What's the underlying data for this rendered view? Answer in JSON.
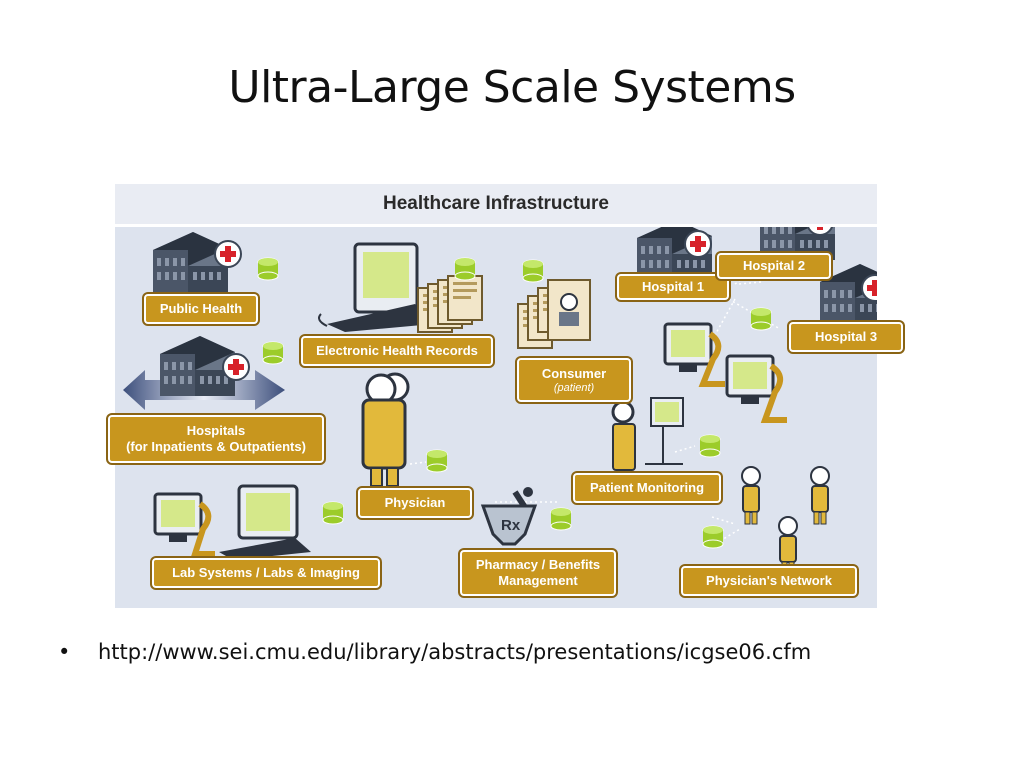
{
  "slide": {
    "title": "Ultra-Large Scale Systems",
    "bullets": [
      {
        "marker": "•",
        "text": "http://www.sei.cmu.edu/library/abstracts/presentations/icgse06.cfm"
      }
    ]
  },
  "diagram": {
    "title": "Healthcare Infrastructure",
    "nodes": {
      "public_health": "Public Health",
      "ehr": "Electronic Health Records",
      "consumer": "Consumer",
      "consumer_sub": "(patient)",
      "hospital_1": "Hospital 1",
      "hospital_2": "Hospital 2",
      "hospital_3": "Hospital 3",
      "hospitals": "Hospitals",
      "hospitals_sub": "(for Inpatients & Outpatients)",
      "physician": "Physician",
      "patient_monitoring": "Patient Monitoring",
      "lab_systems": "Lab Systems / Labs & Imaging",
      "pharmacy_line1": "Pharmacy / Benefits",
      "pharmacy_line2": "Management",
      "physicians_network": "Physician's Network"
    },
    "rx_symbol": "Rx",
    "colors": {
      "label_fill": "#c8961e",
      "database": "#9ccc2a",
      "background": "#dde3ee",
      "building": "#3b4656",
      "red_cross": "#d7222a"
    }
  }
}
